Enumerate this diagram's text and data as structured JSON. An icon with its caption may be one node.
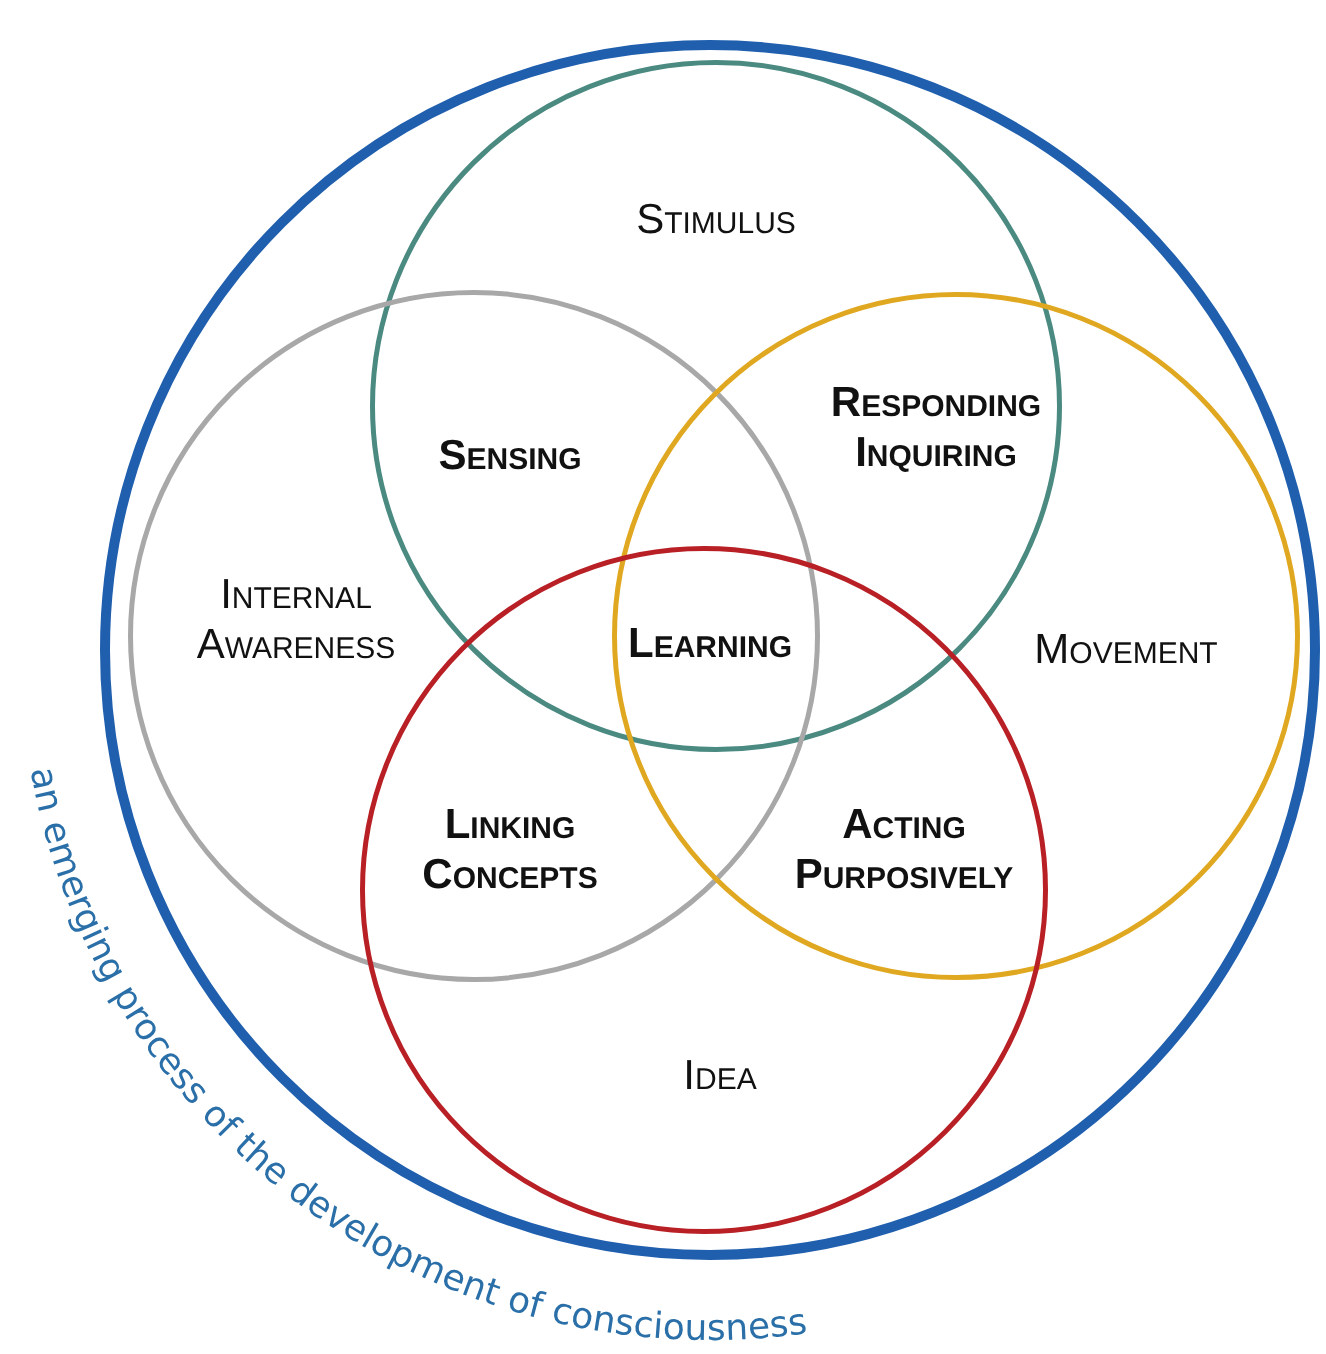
{
  "diagram": {
    "nodes": [
      {
        "text": [],
        "shape": "circle",
        "beside": [
          "an emerging process of the development of consciousness"
        ]
      },
      {
        "text": [
          "Stimulus"
        ],
        "in": 0
      },
      {
        "text": [
          "Internal Awareness"
        ],
        "in": 0
      },
      {
        "text": [
          "Movement"
        ],
        "in": 0
      },
      {
        "text": [
          "Idea"
        ],
        "in": 0
      }
    ],
    "labels": [
      "Sensing",
      "Responding Inquiring",
      "Learning",
      "Linking Concepts",
      "Acting Purposively"
    ]
  }
}
